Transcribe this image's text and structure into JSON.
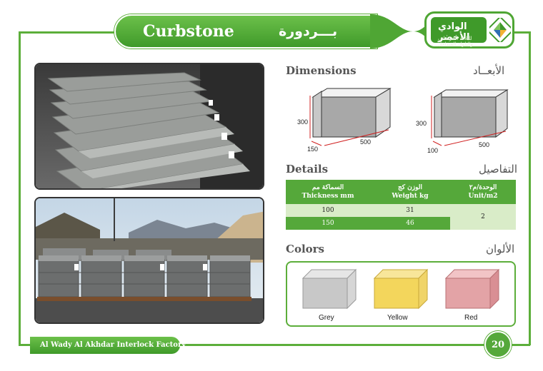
{
  "header": {
    "title_en": "Curbstone",
    "title_ar": "بـــردورة",
    "logo_ar": "الوادي الأخضر",
    "logo_sub": "للبلاط الخرساني والبلوك المتداخل"
  },
  "sections": {
    "dimensions_en": "Dimensions",
    "dimensions_ar": "الأبعــاد",
    "details_en": "Details",
    "details_ar": "التفاصيل",
    "colors_en": "Colors",
    "colors_ar": "الألوان"
  },
  "dimensions": {
    "left": {
      "height": "300",
      "width": "150",
      "length": "500"
    },
    "right": {
      "height": "300",
      "width": "100",
      "length": "500"
    }
  },
  "details_table": {
    "headers": [
      {
        "ar": "السماكة مم",
        "en": "Thickness mm"
      },
      {
        "ar": "الوزن كج",
        "en": "Weight kg"
      },
      {
        "ar": "الوحدة/م٢",
        "en": "Unit/m2"
      }
    ],
    "rows": [
      {
        "thickness": "100",
        "weight": "31"
      },
      {
        "thickness": "150",
        "weight": "46"
      }
    ],
    "unit": "2"
  },
  "colors": [
    {
      "name": "Grey",
      "hex": "#c8c8c8"
    },
    {
      "name": "Yellow",
      "hex": "#f3d65c"
    },
    {
      "name": "Red",
      "hex": "#e3a3a6"
    }
  ],
  "footer": {
    "factory": "Al Wady Al Akhdar Interlock Factory",
    "page": "20"
  },
  "theme": {
    "accent": "#5cae3a"
  }
}
